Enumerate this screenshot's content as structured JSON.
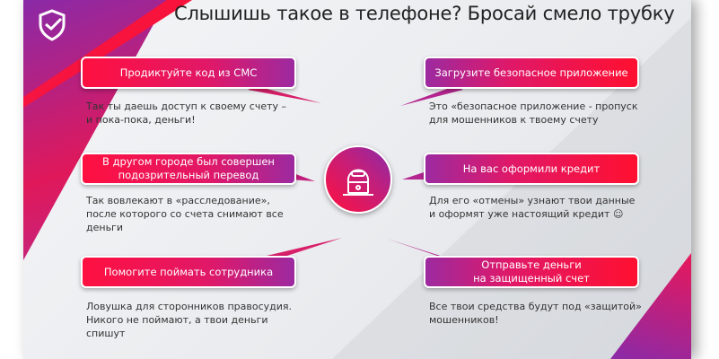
{
  "title": "Слышишь такое в телефоне? Бросай смело трубку",
  "icons": {
    "logo": "shield-check-icon",
    "center": "hacker-icon"
  },
  "colors": {
    "accent": "#ff1040",
    "purple": "#8a2aa8"
  },
  "items": [
    {
      "label": "Продиктуйте код из СМС",
      "desc": "Так ты даешь доступ к своему счету –\nи пока-пока, деньги!"
    },
    {
      "label": "Загрузите безопасное приложение",
      "desc": "Это «безопасное приложение - пропуск\nдля мошенников к твоему счету"
    },
    {
      "label": "В другом городе был совершен\nподозрительный перевод",
      "desc": "Так вовлекают в «расследование»,\nпосле которого со счета снимают все\nденьги"
    },
    {
      "label": "На вас оформили кредит",
      "desc": "Для его «отмены» узнают твои данные\nи оформят уже настоящий кредит ☺"
    },
    {
      "label": "Помогите поймать сотрудника",
      "desc": "Ловушка для сторонников правосудия.\nНикого не поймают, а твои деньги\nспишут"
    },
    {
      "label": "Отправьте деньги\nна защищенный счет",
      "desc": "Все твои средства будут под «защитой»\nмошенников!"
    }
  ]
}
